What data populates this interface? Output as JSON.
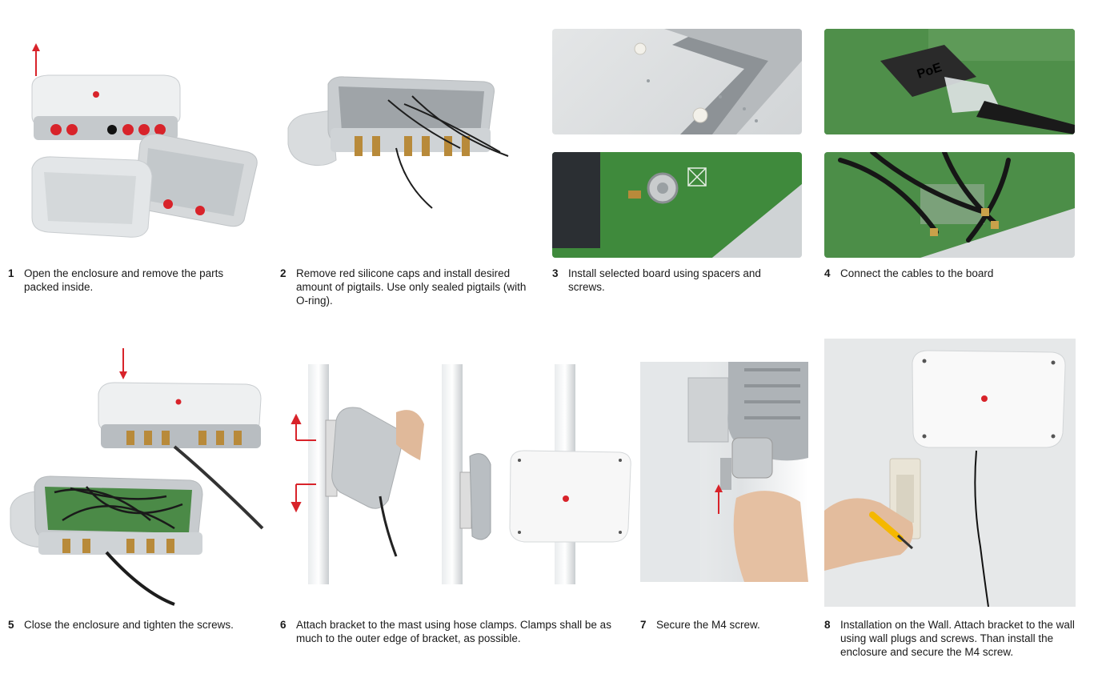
{
  "steps": [
    {
      "num": "1",
      "text": "Open the enclosure and remove the parts packed inside."
    },
    {
      "num": "2",
      "text": "Remove red silicone caps and install desired amount of pigtails. Use only sealed pigtails (with  O-ring)."
    },
    {
      "num": "3",
      "text": "Install selected board using spacers and screws."
    },
    {
      "num": "4",
      "text": "Connect the cables to the board"
    },
    {
      "num": "5",
      "text": "Close the enclosure and tighten the screws."
    },
    {
      "num": "6",
      "text": "Attach bracket to the mast using hose clamps. Clamps shall be as much to the outer edge of bracket, as possible."
    },
    {
      "num": "7",
      "text": "Secure the M4 screw."
    },
    {
      "num": "8",
      "text": "Installation on the Wall. Attach bracket to the wall using wall plugs and screws. Than install the enclosure and secure the M4 screw."
    }
  ],
  "photo_labels": {
    "poe": "PoE"
  },
  "colors": {
    "accent_red": "#d8232a",
    "enclosure_grey": "#e9ebec",
    "pcb_green": "#3f8a3c"
  }
}
